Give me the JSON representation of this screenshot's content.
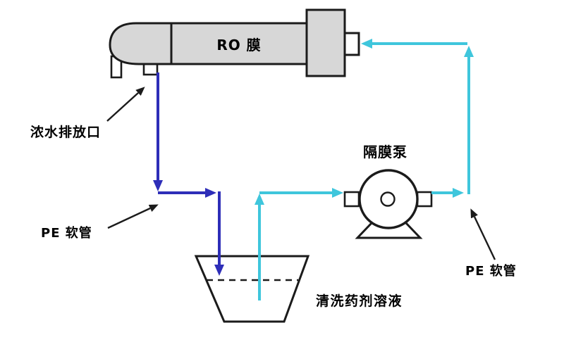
{
  "diagram": {
    "type": "process-flow-diagram",
    "subject": "RO membrane chemical cleaning loop",
    "labels": {
      "ro_membrane": "RO 膜",
      "concentrate_drain_port": "浓水排放口",
      "pe_hose_left": "PE 软管",
      "diaphragm_pump": "隔膜泵",
      "pe_hose_right": "PE 软管",
      "cleaning_solution": "清洗药剂溶液"
    },
    "colors": {
      "background": "#ffffff",
      "outline": "#1b1b1b",
      "equipment_fill": "#d7d7d7",
      "line_blue": "#2e2eb8",
      "line_cyan": "#3fc6dc"
    },
    "flow_paths": {
      "blue_line": "RO membrane drain port → down → right → down into solution tank",
      "cyan_line": "solution tank → up → right into diaphragm pump → right → up → left into RO membrane end port"
    }
  }
}
